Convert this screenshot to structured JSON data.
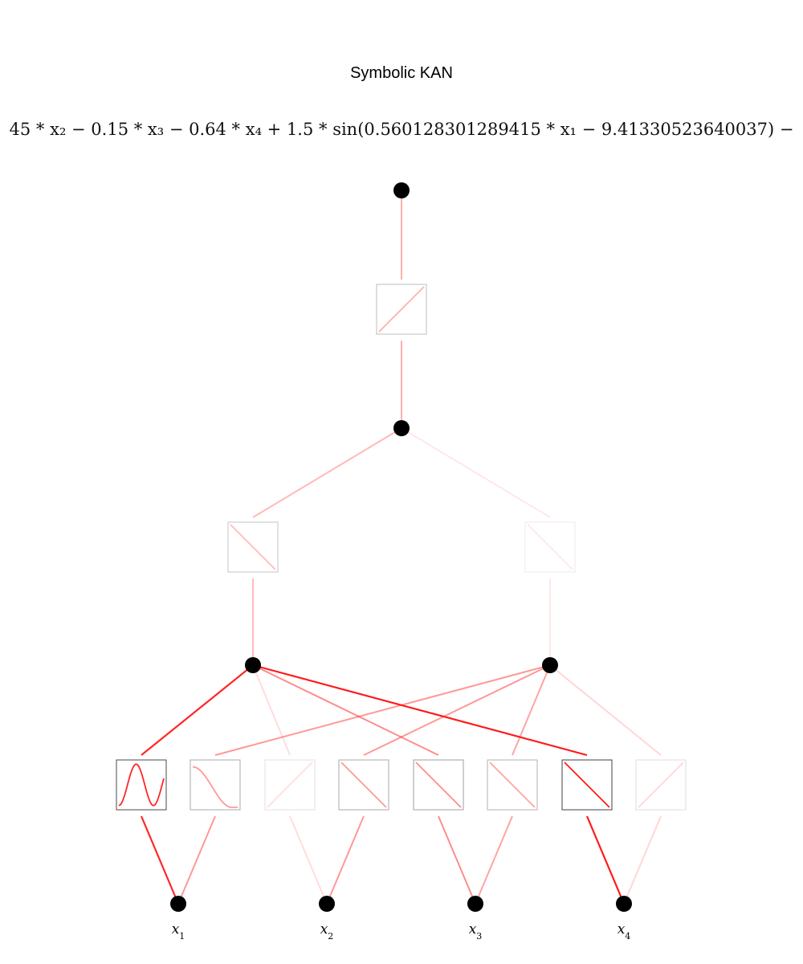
{
  "title": "Symbolic KAN",
  "formula": "45 * x₂ − 0.15 * x₃ − 0.64 * x₄ + 1.5 * sin(0.560128301289415 * x₁ − 9.41330523640037) −",
  "colors": {
    "node": "#000000",
    "edge": "#ff1a1a",
    "box_border": "#bbbbbb"
  },
  "inputs": [
    {
      "label": "x",
      "sub": "1"
    },
    {
      "label": "x",
      "sub": "2"
    },
    {
      "label": "x",
      "sub": "3"
    },
    {
      "label": "x",
      "sub": "4"
    }
  ],
  "layers": [
    {
      "name": "input-to-hidden",
      "functions": [
        {
          "from": 1,
          "to": 1,
          "shape": "sine",
          "strength": 0.95
        },
        {
          "from": 1,
          "to": 2,
          "shape": "decay",
          "strength": 0.45
        },
        {
          "from": 2,
          "to": 1,
          "shape": "increasing-linear",
          "strength": 0.15
        },
        {
          "from": 2,
          "to": 2,
          "shape": "decreasing-linear",
          "strength": 0.45
        },
        {
          "from": 3,
          "to": 1,
          "shape": "decreasing-linear",
          "strength": 0.5
        },
        {
          "from": 3,
          "to": 2,
          "shape": "decreasing-linear",
          "strength": 0.4
        },
        {
          "from": 4,
          "to": 1,
          "shape": "decreasing-linear",
          "strength": 1.0
        },
        {
          "from": 4,
          "to": 2,
          "shape": "increasing-linear",
          "strength": 0.18
        }
      ]
    },
    {
      "name": "hidden-to-middle",
      "functions": [
        {
          "from": 1,
          "to": 1,
          "shape": "decreasing-linear",
          "strength": 0.3
        },
        {
          "from": 2,
          "to": 1,
          "shape": "decreasing-linear",
          "strength": 0.1
        }
      ]
    },
    {
      "name": "middle-to-output",
      "functions": [
        {
          "from": 1,
          "to": 1,
          "shape": "increasing-linear",
          "strength": 0.35
        }
      ]
    }
  ]
}
